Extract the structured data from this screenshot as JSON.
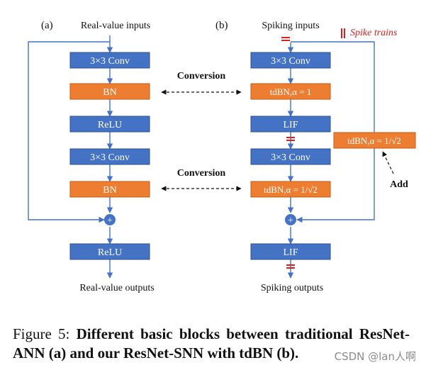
{
  "colors": {
    "blue": "#4472c4",
    "orange": "#ed7d31",
    "red": "#e11d1d",
    "line": "#4472c4"
  },
  "panel_a": {
    "label": "(a)",
    "input": "Real-value inputs",
    "blocks": [
      "3×3 Conv",
      "BN",
      "ReLU",
      "3×3 Conv",
      "BN"
    ],
    "final": "ReLU",
    "output": "Real-value outputs"
  },
  "panel_b": {
    "label": "(b)",
    "input": "Spiking inputs",
    "blocks": [
      "3×3 Conv",
      "tdBN,α = 1",
      "LIF",
      "3×3 Conv",
      "tdBN,α = 1/√2"
    ],
    "final": "LIF",
    "output": "Spiking outputs",
    "shortcut_block": "tdBN,α = 1/√2"
  },
  "spike_trains_label": "Spike trains",
  "conversion_label": "Conversion",
  "add_label": "Add",
  "plus_symbol": "+",
  "caption": {
    "prefix": "Figure 5: ",
    "bold": "Different basic blocks between traditional ResNet-ANN (a) and our ResNet-SNN with tdBN (b)."
  },
  "watermark": "CSDN @lan人啊"
}
